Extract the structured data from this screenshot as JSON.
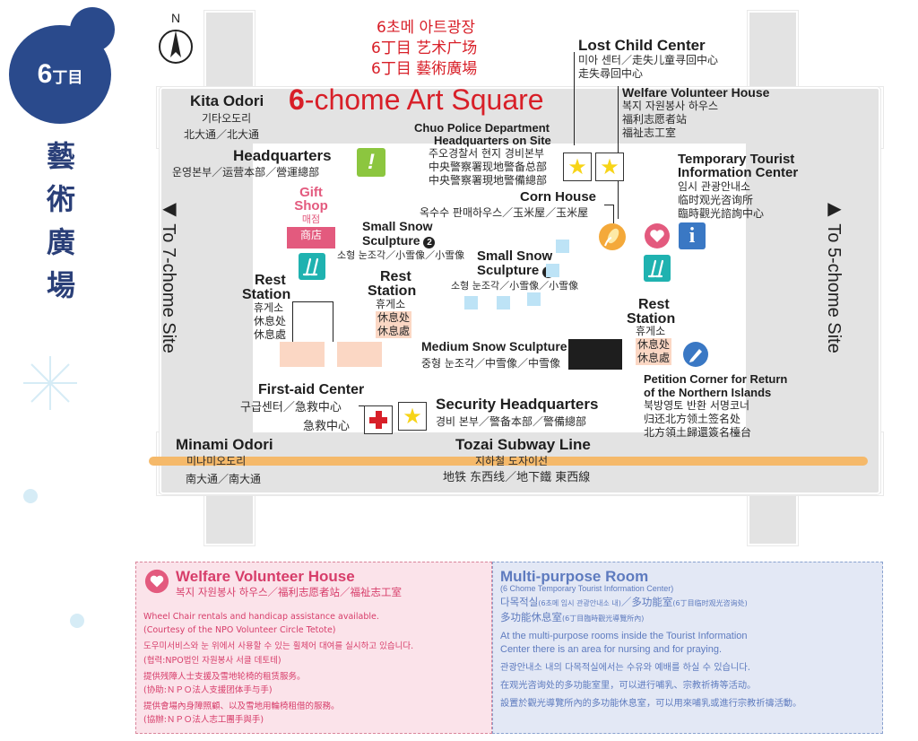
{
  "badge": {
    "number": "6",
    "unit": "丁目"
  },
  "side_title": [
    "藝",
    "術",
    "廣",
    "場"
  ],
  "compass": {
    "label": "N"
  },
  "title": {
    "ko": "6초메 아트광장",
    "zh_cn": "6丁目 艺术广场",
    "zh_tw": "6丁目 藝術廣場",
    "en_num": "6",
    "en_rest": "-chome Art Square"
  },
  "streets": {
    "kita": {
      "en": "Kita Odori",
      "ko": "기타오도리",
      "zh": "北大通／北大通"
    },
    "minami": {
      "en": "Minami Odori",
      "ko": "미나미오도리",
      "zh": "南大通／南大通"
    },
    "tozai": {
      "en": "Tozai Subway Line",
      "ko": "지하철 도자이선",
      "zh": "地铁 东西线／地下鐵 東西線"
    },
    "left": "◀ To 7-chome Site",
    "right": "▶ To 5-chome Site"
  },
  "places": {
    "lost_child": {
      "en": "Lost Child Center",
      "l1": "미아 센터／走失儿童寻回中心",
      "l2": "走失尋回中心"
    },
    "welfare": {
      "en": "Welfare Volunteer House",
      "l1": "복지 자원봉사 하우스",
      "l2": "福利志愿者站",
      "l3": "福祉志工室"
    },
    "police": {
      "en1": "Chuo Police Department",
      "en2": "Headquarters on Site",
      "l1": "주오경찰서 현지 경비본부",
      "l2": "中央警察署现地警备总部",
      "l3": "中央警察署現地警備總部"
    },
    "tourist": {
      "en1": "Temporary Tourist",
      "en2": "Information Center",
      "l1": "임시 관광안내소",
      "l2": "临时观光咨询所",
      "l3": "臨時觀光諮詢中心"
    },
    "hq": {
      "en": "Headquarters",
      "l1": "운영본부／运营本部／營運總部"
    },
    "corn": {
      "en": "Corn House",
      "l1": "옥수수 판매하우스／玉米屋／玉米屋"
    },
    "gift": {
      "en1": "Gift",
      "en2": "Shop",
      "l1": "매점",
      "l2": "商店"
    },
    "sss2": {
      "en1": "Small Snow",
      "en2": "Sculpture",
      "num": "2",
      "l1": "소형 눈조각／小雪像／小雪像"
    },
    "sss1": {
      "en1": "Small Snow",
      "en2": "Sculpture",
      "num": "1",
      "l1": "소형 눈조각／小雪像／小雪像"
    },
    "rest_left": {
      "en1": "Rest",
      "en2": "Station",
      "l1": "휴게소",
      "l2": "休息处",
      "l3": "休息處"
    },
    "rest_mid": {
      "en1": "Rest",
      "en2": "Station",
      "l1": "휴게소",
      "l2": "休息处",
      "l3": "休息處"
    },
    "rest_right": {
      "en1": "Rest",
      "en2": "Station",
      "l1": "휴게소",
      "l2": "休息处",
      "l3": "休息處"
    },
    "medium": {
      "en": "Medium Snow Sculpture",
      "l1": "중형 눈조각／中雪像／中雪像"
    },
    "petition": {
      "en1": "Petition Corner for Return",
      "en2": "of the Northern Islands",
      "l1": "북방영토 반환 서명코너",
      "l2": "归还北方领土签名处",
      "l3": "北方領土歸還簽名檯台"
    },
    "firstaid": {
      "en": "First-aid Center",
      "l1": "구급센터／急救中心",
      "l2": "急救中心"
    },
    "security": {
      "en": "Security Headquarters",
      "l1": "경비 본부／警备本部／警備總部"
    }
  },
  "panel_left": {
    "title": "Welfare Volunteer House",
    "subtitle": "복지 자원봉사 하우스／福利志愿者站／福祉志工室",
    "lines": [
      "Wheel Chair rentals and handicap assistance available.",
      "(Courtesy of the NPO Volunteer Circle Tetote)",
      "도우미서비스와 눈 위에서 사용할 수 있는 휠체어 대여를 실시하고 있습니다.",
      "(협력:NPO법인 자원봉사 서클 데토테)",
      "提供残障人士支援及雪地轮椅的租赁服务。",
      "(协助:ＮＰＯ法人支援团体手与手)",
      "提供會場內身障照顧、以及雪地用輪椅租借的服務。",
      "(協辦:ＮＰＯ法人志工團手與手)"
    ]
  },
  "panel_right": {
    "title": "Multi-purpose Room",
    "subtitle": "(6 Chome Temporary Tourist Information Center)",
    "l1a": "다목적실",
    "l1b": "(6초메 임시 관광안내소 내)",
    "l1c": "／多功能室",
    "l1d": "(6丁目临时观光咨询处)",
    "l2a": "多功能休息室",
    "l2b": "(6丁目臨時觀光導覽所內)",
    "lines": [
      "At the multi-purpose rooms inside the Tourist Information",
      "Center there is an area for nursing and for praying.",
      "관광안내소 내의 다목적실에서는 수유와 예배를 하실 수 있습니다.",
      "在观光咨询处的多功能室里，可以进行哺乳、宗教祈祷等活动。",
      "設置於觀光導覽所內的多功能休息室，可以用來哺乳或進行宗教祈禱活動。"
    ]
  },
  "colors": {
    "navy": "#2a4a8c",
    "red": "#d81f28",
    "pink": "#e35a7e",
    "teal": "#1fb2b0",
    "orange_line": "#f5b96a",
    "blue_icon": "#3a78c4",
    "lime": "#8cc63f",
    "yellow": "#f7d417"
  }
}
